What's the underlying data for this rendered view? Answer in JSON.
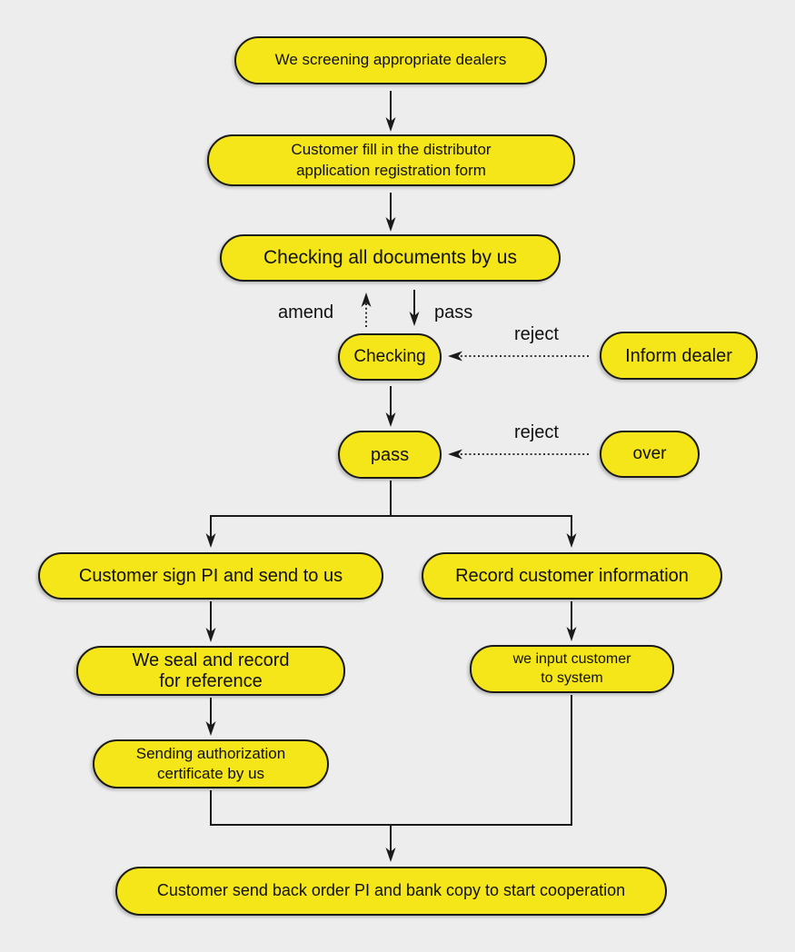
{
  "colors": {
    "background": "#EDEDEE",
    "node_fill": "#F5E61A",
    "node_border": "#1A1A1A",
    "text": "#111111",
    "connector": "#1A1A1A"
  },
  "nodes": {
    "screening": {
      "text": [
        "We screening appropriate dealers"
      ]
    },
    "fill_form": {
      "text": [
        "Customer fill in the distributor",
        "application registration form"
      ]
    },
    "check_docs": {
      "text": [
        "Checking all documents by us"
      ]
    },
    "checking": {
      "text": [
        "Checking"
      ]
    },
    "inform_dealer": {
      "text": [
        "Inform dealer"
      ]
    },
    "pass": {
      "text": [
        "pass"
      ]
    },
    "over": {
      "text": [
        "over"
      ]
    },
    "sign_pi": {
      "text": [
        "Customer sign PI and send to us"
      ]
    },
    "record_info": {
      "text": [
        "Record customer information"
      ]
    },
    "seal_record": {
      "text": [
        "We seal and record",
        "for reference"
      ]
    },
    "input_system": {
      "text": [
        "we input customer",
        "to system"
      ]
    },
    "send_cert": {
      "text": [
        "Sending authorization",
        "certificate by us"
      ]
    },
    "cooperation": {
      "text": [
        "Customer send back order PI and bank copy to start cooperation"
      ]
    }
  },
  "edge_labels": {
    "amend": "amend",
    "pass": "pass",
    "reject_upper": "reject",
    "reject_lower": "reject"
  }
}
